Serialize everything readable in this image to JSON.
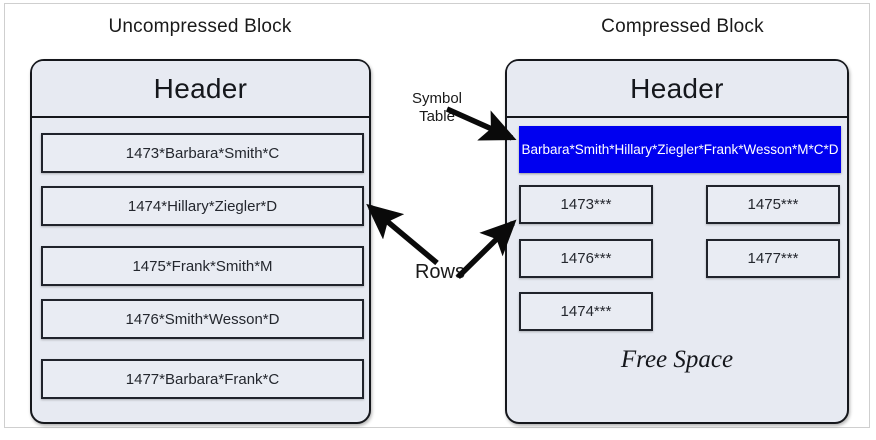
{
  "diagram": {
    "titles": {
      "uncompressed": "Uncompressed Block",
      "compressed": "Compressed Block"
    },
    "header_label": "Header",
    "uncompressed_block": {
      "rows": [
        "1473*Barbara*Smith*C",
        "1474*Hillary*Ziegler*D",
        "1475*Frank*Smith*M",
        "1476*Smith*Wesson*D",
        "1477*Barbara*Frank*C"
      ]
    },
    "compressed_block": {
      "symbol_table": "Barbara*Smith*Hillary*Ziegler*Frank*Wesson*M*C*D",
      "rows": [
        "1473***",
        "1475***",
        "1476***",
        "1477***",
        "1474***"
      ],
      "free_space_label": "Free Space"
    },
    "annotations": {
      "symbol_table": "Symbol\nTable",
      "rows": "Rows"
    },
    "colors": {
      "symbol_table_fill": "#0000f0",
      "symbol_table_text": "#ffffff",
      "block_fill": "#e7eaf2",
      "row_fill": "#e9ecf3",
      "outline": "#15171c",
      "page_background": "#ffffff"
    }
  }
}
